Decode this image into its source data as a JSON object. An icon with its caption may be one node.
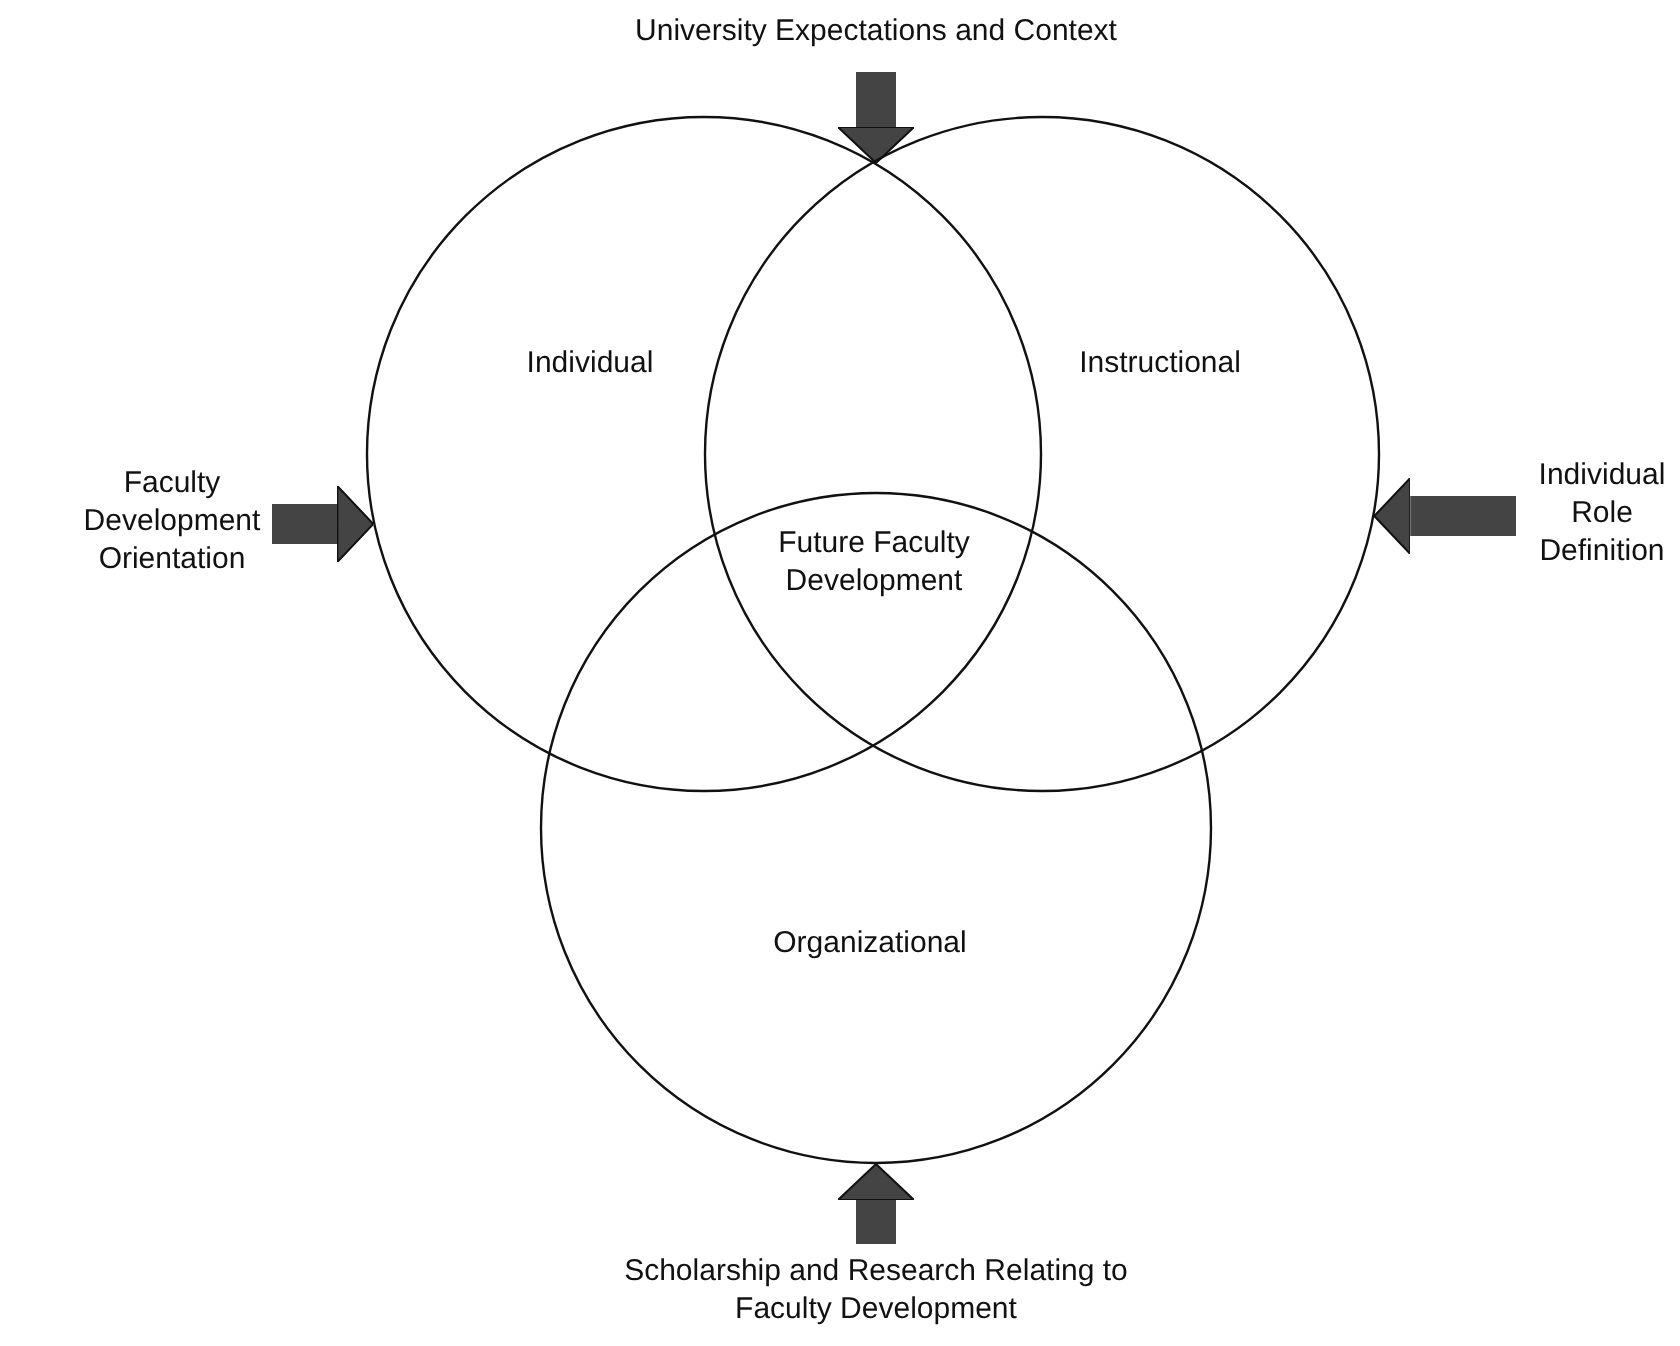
{
  "diagram": {
    "nodes": [
      {
        "text": [
          "Individual"
        ]
      },
      {
        "text": [
          "Instructional"
        ]
      },
      {
        "text": [
          "Organizational"
        ]
      },
      {
        "text": [
          "University Expectations and Context"
        ]
      },
      {
        "text": [
          "Faculty Development Orientation"
        ]
      },
      {
        "text": [
          "Individual Role Definition"
        ]
      },
      {
        "text": [
          "Scholarship and Research Relating to Faculty Development"
        ]
      }
    ],
    "edges": [
      {
        "from": 3,
        "to": 0,
        "arrow": "to"
      },
      {
        "from": 4,
        "to": 0,
        "arrow": "to"
      },
      {
        "from": 5,
        "to": 1,
        "arrow": "to"
      },
      {
        "from": 6,
        "to": 2,
        "arrow": "to"
      }
    ],
    "labels": [
      "Future Faculty Development"
    ]
  }
}
